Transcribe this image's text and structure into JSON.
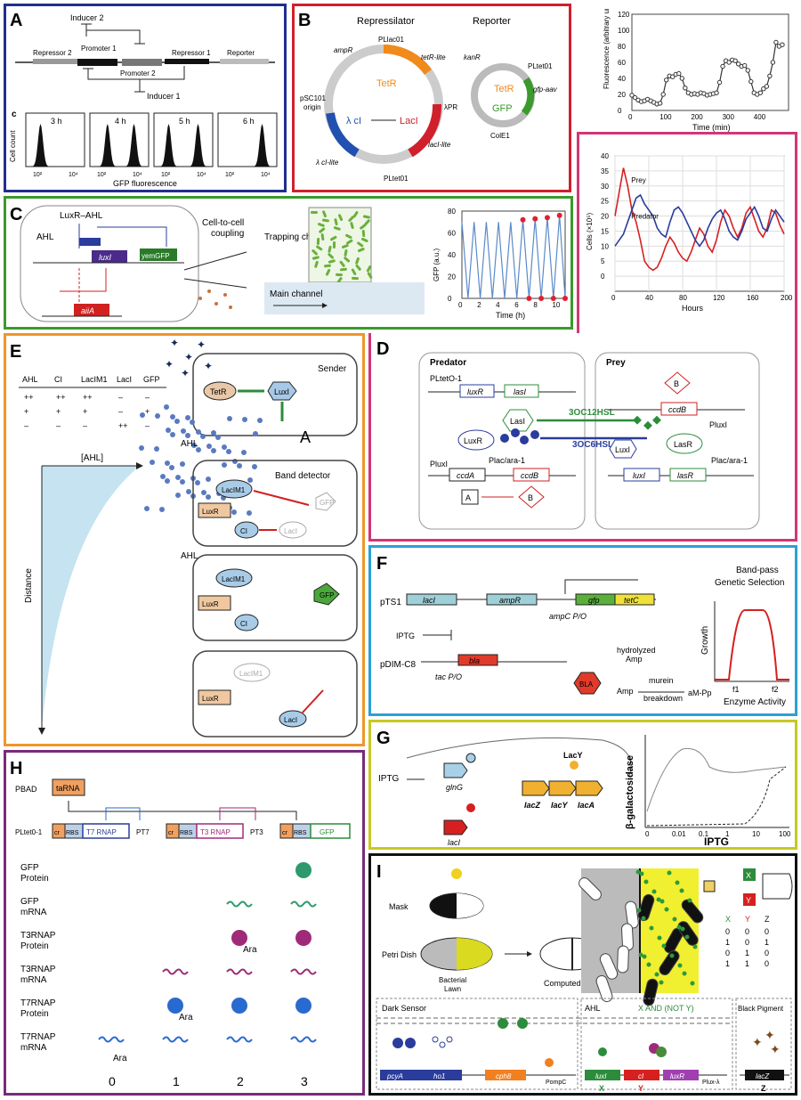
{
  "colors": {
    "A": "#1f2f8f",
    "B": "#d0202c",
    "C": "#3a9a2c",
    "E": "#f0962a",
    "D": "#d13676",
    "F": "#2aa0d8",
    "G": "#c8c823",
    "H": "#7a2a7a",
    "I": "#111111",
    "red": "#d62020",
    "green": "#2c8c3c",
    "blue": "#2c3c9c",
    "orange": "#f0a020"
  },
  "panels": {
    "A": {
      "label": "A",
      "inducer2": "Inducer 2",
      "inducer1": "Inducer 1",
      "repressor2": "Repressor 2",
      "promoter1": "Promoter 1",
      "repressor1": "Repressor 1",
      "reporter": "Reporter",
      "promoter2": "Promoter 2",
      "sublabel": "c",
      "hist": [
        {
          "t": "3 h"
        },
        {
          "t": "4 h"
        },
        {
          "t": "5 h"
        },
        {
          "t": "6 h"
        }
      ],
      "ylabel": "Cell count",
      "xlabel": "GFP fluorescence",
      "tick2": "10²",
      "tick4": "10⁴"
    },
    "B": {
      "label": "B",
      "repressilator": "Repressilator",
      "reporter": "Reporter",
      "plac": "PLlac01",
      "tetRlite": "tetR-lite",
      "ampR": "ampR",
      "tetR": "TetR",
      "lambdaCI": "λ cI",
      "lacI": "LacI",
      "lambdaPR": "λPR",
      "origin1": "pSC101",
      "origin2": "origin",
      "lacIlite": "lacI-lite",
      "cIlite": "λ cI-lite",
      "ptet01": "PLtet01",
      "kanR": "kanR",
      "ptet01b": "PLtet01",
      "gfpaav": "gfp-aav",
      "gfp": "GFP",
      "cole1": "ColE1"
    },
    "Bchart": {
      "chart_data": {
        "type": "line",
        "xlabel": "Time (min)",
        "ylabel": "Fluorescence (arbitrary units)",
        "xlim": [
          0,
          500
        ],
        "ylim": [
          0,
          120
        ],
        "xticks": [
          0,
          100,
          200,
          300,
          400
        ],
        "yticks": [
          0,
          20,
          40,
          60,
          80,
          100,
          120
        ],
        "series": [
          {
            "x": [
              0,
              10,
              20,
              30,
              40,
              50,
              60,
              70,
              80,
              90,
              100,
              110,
              120,
              130,
              140,
              150,
              160,
              170,
              180,
              190,
              200,
              210,
              220,
              230,
              240,
              250,
              260,
              270,
              280,
              290,
              300,
              310,
              320,
              330,
              340,
              350,
              360,
              370,
              380,
              390,
              400,
              410,
              420,
              430,
              440,
              450,
              460,
              470,
              480
            ],
            "values": [
              19,
              16,
              13,
              11,
              12,
              14,
              12,
              10,
              8,
              9,
              20,
              38,
              43,
              42,
              45,
              46,
              40,
              28,
              22,
              20,
              21,
              20,
              22,
              21,
              19,
              20,
              21,
              22,
              35,
              55,
              62,
              60,
              63,
              62,
              58,
              55,
              56,
              50,
              36,
              22,
              20,
              22,
              27,
              30,
              43,
              60,
              85,
              80,
              82
            ]
          }
        ]
      }
    },
    "Cpred": {
      "chart_data": {
        "type": "line",
        "xlabel": "Hours",
        "ylabel": "Cells (×10⁵)",
        "xlim": [
          0,
          200
        ],
        "ylim": [
          -5,
          40
        ],
        "xticks": [
          0,
          40,
          80,
          120,
          160,
          200
        ],
        "yticks": [
          0,
          5,
          10,
          15,
          20,
          25,
          30,
          35,
          40
        ],
        "series": [
          {
            "name": "Prey",
            "color": "#d62020",
            "x": [
              0,
              5,
              10,
              15,
              20,
              25,
              30,
              35,
              40,
              45,
              50,
              55,
              60,
              65,
              70,
              75,
              80,
              85,
              90,
              95,
              100,
              105,
              110,
              115,
              120,
              125,
              130,
              135,
              140,
              145,
              150,
              155,
              160,
              165,
              170,
              175,
              180,
              185,
              190,
              195,
              200
            ],
            "values": [
              20,
              28,
              36,
              30,
              22,
              18,
              12,
              5,
              3,
              2,
              3,
              6,
              10,
              13,
              11,
              8,
              6,
              5,
              8,
              12,
              16,
              14,
              10,
              8,
              12,
              18,
              22,
              20,
              16,
              13,
              16,
              21,
              23,
              19,
              15,
              13,
              16,
              22,
              21,
              17,
              14
            ]
          },
          {
            "name": "Predator",
            "color": "#2a3c9c",
            "x": [
              0,
              5,
              10,
              15,
              20,
              25,
              30,
              35,
              40,
              45,
              50,
              55,
              60,
              65,
              70,
              75,
              80,
              85,
              90,
              95,
              100,
              105,
              110,
              115,
              120,
              125,
              130,
              135,
              140,
              145,
              150,
              155,
              160,
              165,
              170,
              175,
              180,
              185,
              190,
              195,
              200
            ],
            "values": [
              10,
              12,
              14,
              18,
              22,
              26,
              27,
              24,
              22,
              20,
              16,
              14,
              13,
              18,
              22,
              23,
              21,
              18,
              15,
              12,
              10,
              12,
              16,
              19,
              21,
              22,
              19,
              15,
              13,
              12,
              15,
              19,
              21,
              23,
              20,
              16,
              15,
              19,
              22,
              20,
              18
            ]
          }
        ]
      }
    },
    "C": {
      "label": "C",
      "luxrahl": "LuxR–AHL",
      "ahl": "AHL",
      "luxI": "luxI",
      "yemGFP": "yemGFP",
      "aiiA": "aiiA",
      "coupling1": "Cell-to-cell",
      "coupling2": "coupling",
      "trapping": "Trapping chamber",
      "mainchannel": "Main channel"
    },
    "Cchart": {
      "chart_data": {
        "type": "line",
        "xlabel": "Time (h)",
        "ylabel": "GFP (a.u.)",
        "xlim": [
          0,
          11
        ],
        "ylim": [
          0,
          80
        ],
        "xticks": [
          0,
          2,
          4,
          6,
          8,
          10
        ],
        "yticks": [
          0,
          20,
          40,
          60,
          80
        ],
        "series": [
          {
            "name": "oscillation",
            "periods": [
              1.3
            ],
            "x": [
              0,
              0.65,
              1.3,
              1.95,
              2.6,
              3.25,
              3.9,
              4.55,
              5.2,
              5.85,
              6.5,
              7.15,
              7.8,
              8.45,
              9.1,
              9.75,
              10.4,
              11
            ],
            "values": [
              70,
              0,
              70,
              0,
              70,
              0,
              70,
              0,
              70,
              0,
              72,
              0,
              73,
              0,
              74,
              0,
              76,
              0
            ]
          }
        ]
      }
    },
    "E": {
      "label": "E",
      "table": {
        "headers": [
          "AHL",
          "CI",
          "LacIM1",
          "LacI",
          "GFP"
        ],
        "rows": [
          [
            "++",
            "++",
            "++",
            "–",
            "–"
          ],
          [
            "+",
            "+",
            "+",
            "–",
            "+"
          ],
          [
            "–",
            "–",
            "–",
            "++",
            "–"
          ]
        ]
      },
      "ahlgrad": "[AHL]",
      "distance": "Distance",
      "sender": "Sender",
      "tetR": "TetR",
      "luxI": "LuxI",
      "ahl": "AHL",
      "banddetector": "Band detector",
      "lacim1": "LacIM1",
      "luxR": "LuxR",
      "ci": "CI",
      "laci": "LacI",
      "gfp": "GFP",
      "ahl2": "AHL",
      "overlayA": "A"
    },
    "D": {
      "label": "D",
      "predator": "Predator",
      "prey": "Prey",
      "pLtetO": "PLtetO-1",
      "luxR": "luxR",
      "lasI": "lasI",
      "lasIprot": "LasI",
      "oc12": "3OC12HSL",
      "oc6": "3OC6HSL",
      "luxRprot": "LuxR",
      "luxIprot": "LuxI",
      "lasR": "LasR",
      "pluxI": "PluxI",
      "plac": "Plac/ara-1",
      "ccdA": "ccdA",
      "ccdB": "ccdB",
      "A": "A",
      "B": "B",
      "ccdB2": "ccdB",
      "B2": "B",
      "pluxI2": "PluxI",
      "plac2": "Plac/ara-1",
      "luxIgene": "luxI",
      "lasRgene": "lasR"
    },
    "F": {
      "label": "F",
      "pts1": "pTS1",
      "lacI": "lacI",
      "ampR": "ampR",
      "gfp": "gfp",
      "tetC": "tetC",
      "ampC": "ampC P/O",
      "iptg": "IPTG",
      "pdim": "pDIM-C8",
      "bla": "bla",
      "tac": "tac P/O",
      "blaprot": "BLA",
      "hydro": "hydrolyzed",
      "amp1": "Amp",
      "amp2": "Amp",
      "murein": "murein",
      "breakdown": "breakdown",
      "ampp": "aM-Pp",
      "bandpass1": "Band-pass",
      "bandpass2": "Genetic Selection",
      "growth": "Growth",
      "f1": "f1",
      "f2": "f2",
      "enzyme": "Enzyme Activity"
    },
    "G": {
      "label": "G",
      "iptg": "IPTG",
      "glnG": "glnG",
      "lacY": "LacY",
      "lacZ": "lacZ",
      "lacYg": "lacY",
      "lacA": "lacA",
      "lacI": "lacI",
      "ylabel": "β-galactosidase",
      "xlabel": "IPTG",
      "ticks": [
        "0",
        "0.01",
        "0.1",
        "1",
        "10",
        "100"
      ]
    },
    "H": {
      "label": "H",
      "pbad": "PBAD",
      "tarna": "taRNA",
      "pltet": "PLtet0-1",
      "cr": "cr",
      "rbs": "RBS",
      "t7": "T7 RNAP",
      "pt7": "PT7",
      "t3": "T3 RNAP",
      "pt3": "PT3",
      "gfp": "GFP",
      "rows": [
        "GFP Protein",
        "GFP mRNA",
        "T3RNAP Protein",
        "T3RNAP mRNA",
        "T7RNAP Protein",
        "T7RNAP mRNA"
      ],
      "ara": "Ara",
      "steps": [
        "0",
        "1",
        "2",
        "3"
      ]
    },
    "I": {
      "label": "I",
      "mask": "Mask",
      "petri": "Petri Dish",
      "lawn1": "Bacterial",
      "lawn2": "Lawn",
      "computed": "Computed Edge",
      "x": "X",
      "y": "Y",
      "z": "Z",
      "truth": {
        "headers": [
          "X",
          "Y",
          "Z"
        ],
        "rows": [
          [
            "0",
            "0",
            "0"
          ],
          [
            "1",
            "0",
            "1"
          ],
          [
            "0",
            "1",
            "0"
          ],
          [
            "1",
            "1",
            "0"
          ]
        ]
      },
      "darksensor": "Dark Sensor",
      "ahl": "AHL",
      "xand": "X AND (NOT Y)",
      "blackpig": "Black Pigment",
      "pcyA": "pcyA",
      "ho1": "ho1",
      "cph8": "cph8",
      "pompC": "PompC",
      "luxI": "luxI",
      "cI": "cI",
      "luxR": "luxR",
      "plux": "Plux-λ",
      "lacZ": "lacZ",
      "xg": "X",
      "yg": "Y",
      "zg": "Z"
    }
  }
}
